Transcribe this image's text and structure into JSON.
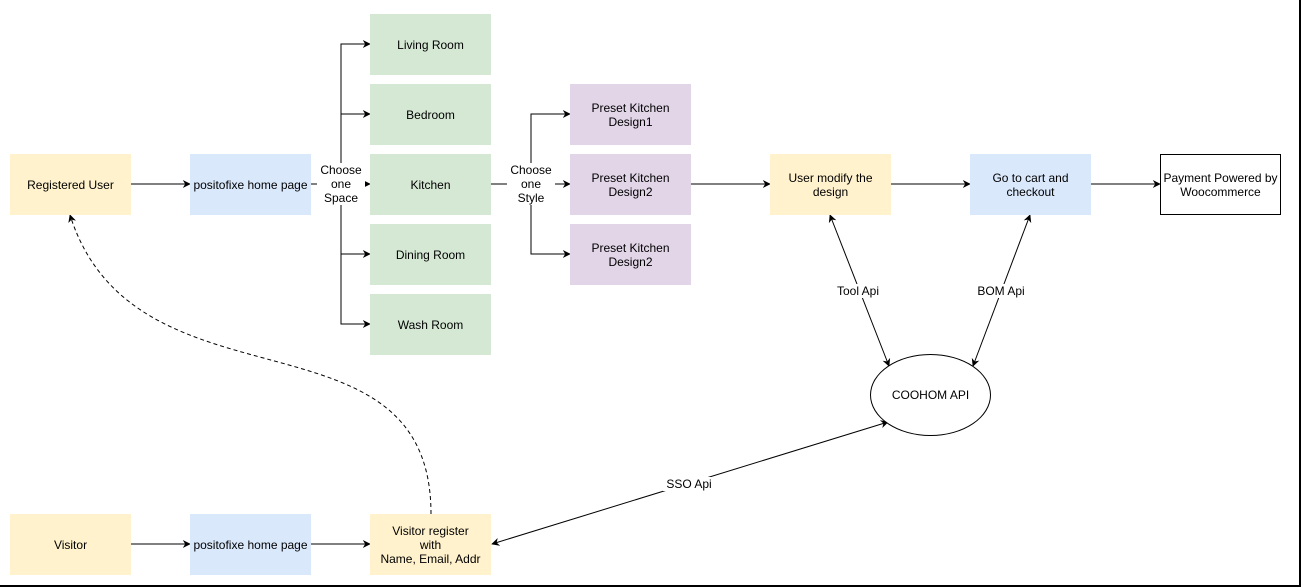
{
  "diagram": {
    "nodes": {
      "registered_user": "Registered User",
      "home_page_top": "positofixe home page",
      "living_room": "Living Room",
      "bedroom": "Bedroom",
      "kitchen": "Kitchen",
      "dining_room": "Dining Room",
      "wash_room": "Wash Room",
      "preset_design_1": "Preset Kitchen\nDesign1",
      "preset_design_2a": "Preset Kitchen\nDesign2",
      "preset_design_2b": "Preset Kitchen\nDesign2",
      "user_modify": "User modify the\ndesign",
      "cart_checkout": "Go to cart and\ncheckout",
      "payment": "Payment Powered by\nWoocommerce",
      "coohom_api": "COOHOM API",
      "visitor": "Visitor",
      "home_page_bottom": "positofixe home page",
      "visitor_register": "Visitor register\nwith\nName, Email, Addr"
    },
    "edge_labels": {
      "choose_space": "Choose\none\nSpace",
      "choose_style": "Choose\none\nStyle",
      "tool_api": "Tool Api",
      "bom_api": "BOM Api",
      "sso_api": "SSO Api"
    },
    "colors": {
      "yellow": "#fff2cc",
      "blue": "#dae8fc",
      "green": "#d5e8d4",
      "purple": "#e1d5e7"
    }
  }
}
